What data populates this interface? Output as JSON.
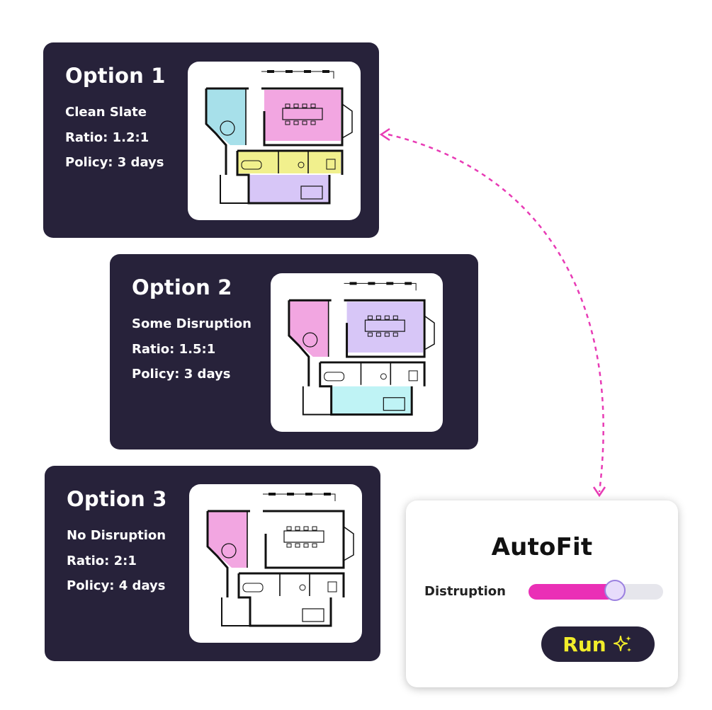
{
  "options": [
    {
      "title": "Option 1",
      "lines": [
        "Clean Slate",
        "Ratio: 1.2:1",
        "Policy: 3 days"
      ],
      "zone_colors": [
        "#a7e0ea",
        "#f2a6e1",
        "#f1f08d",
        "#d7c6f7"
      ]
    },
    {
      "title": "Option 2",
      "lines": [
        "Some Disruption",
        "Ratio: 1.5:1",
        "Policy: 3 days"
      ],
      "zone_colors": [
        "#f2a6e1",
        "#d7c6f7",
        "#ffffff",
        "#bff3f5"
      ]
    },
    {
      "title": "Option 3",
      "lines": [
        "No Disruption",
        "Ratio: 2:1",
        "Policy: 4 days"
      ],
      "zone_colors": [
        "#f2a6e1",
        "#ffffff",
        "#ffffff",
        "#ffffff"
      ]
    }
  ],
  "autofit": {
    "title": "AutoFit",
    "slider_label": "Distruption",
    "slider_level": 0.64,
    "run_label": "Run"
  },
  "colors": {
    "card_bg": "#27223a",
    "accent_pink": "#ea2fb6",
    "run_text": "#f1ec2a",
    "connector": "#e83bb5"
  },
  "icons": [
    "sparkle-icon",
    "floor-plan-icon",
    "arrow-head-icon"
  ]
}
